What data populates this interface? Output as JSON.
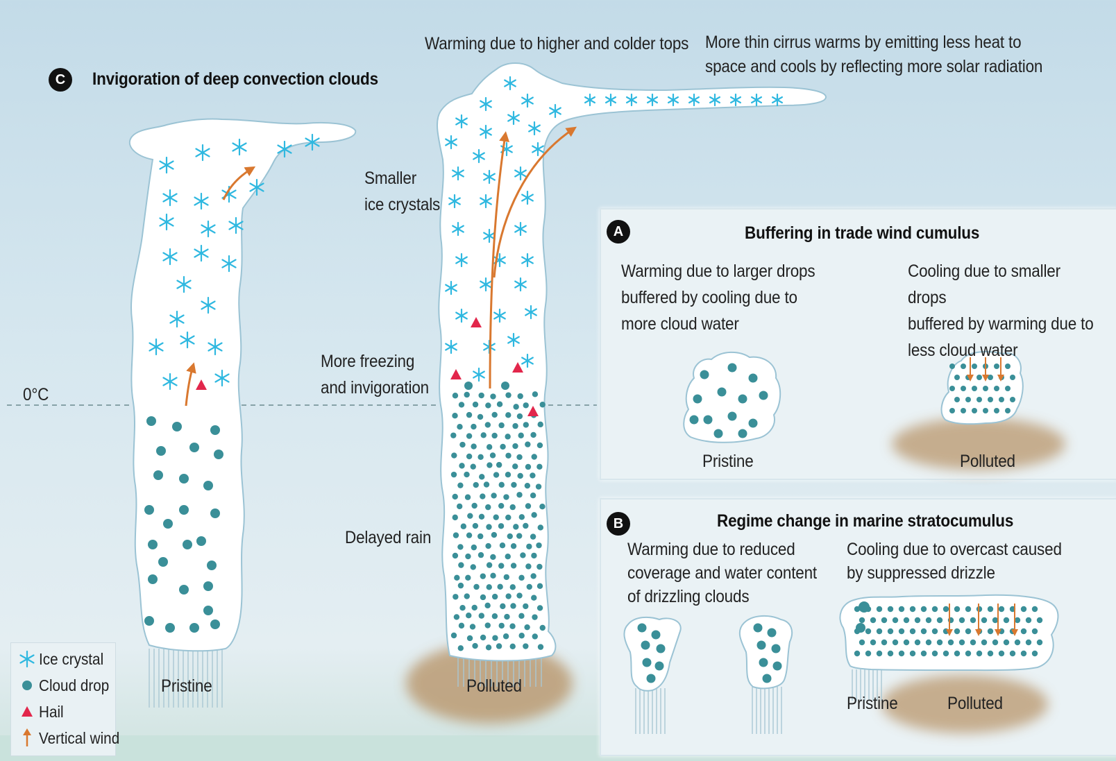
{
  "colors": {
    "ice": "#2fb8e0",
    "drop": "#3a8f98",
    "hail": "#e2264b",
    "wind": "#d9782f",
    "pollution": "#b9966c",
    "cloud_edge": "#9bc3d4"
  },
  "section_c": {
    "badge": "C",
    "title": "Invigoration of deep convection clouds",
    "freezing_label": "0°C",
    "top_warming": "Warming due to higher and colder tops",
    "cirrus_note": "More thin cirrus warms by emitting less heat to\nspace and cools by reflecting more solar radiation",
    "smaller_ice": "Smaller\nice crystals",
    "more_freezing": "More freezing\nand invigoration",
    "delayed_rain": "Delayed rain",
    "pristine": "Pristine",
    "polluted": "Polluted"
  },
  "section_a": {
    "badge": "A",
    "title": "Buffering in trade wind cumulus",
    "left_text": "Warming due to larger drops\nbuffered by cooling due to\nmore cloud water",
    "right_text": "Cooling due to smaller drops\nbuffered by warming due to\nless cloud water",
    "pristine": "Pristine",
    "polluted": "Polluted"
  },
  "section_b": {
    "badge": "B",
    "title": "Regime change in marine stratocumulus",
    "left_text": "Warming due to reduced\ncoverage and water content\nof drizzling clouds",
    "right_text": "Cooling due to overcast caused\nby suppressed drizzle",
    "pristine": "Pristine",
    "polluted": "Polluted"
  },
  "legend": {
    "items": [
      {
        "label": "Ice crystal",
        "icon": "ice-crystal"
      },
      {
        "label": "Cloud drop",
        "icon": "cloud-drop"
      },
      {
        "label": "Hail",
        "icon": "hail-triangle"
      },
      {
        "label": "Vertical wind",
        "icon": "wind-arrow"
      }
    ]
  }
}
